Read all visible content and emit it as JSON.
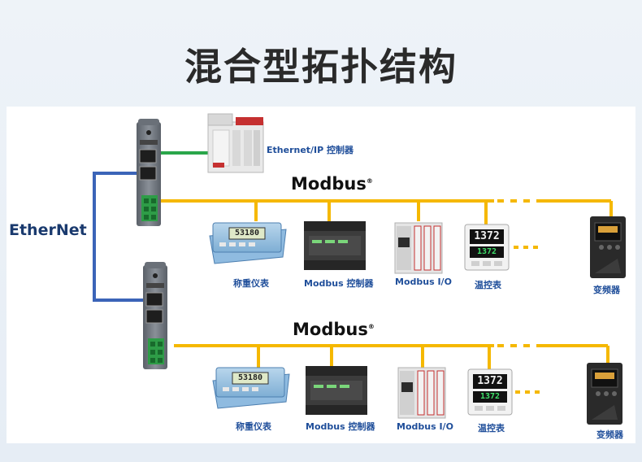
{
  "title": "混合型拓扑结构",
  "ethernet_label": "EtherNet",
  "plc_label": "Ethernet/IP 控制器",
  "bus": {
    "name": "Modbus",
    "mark": "®"
  },
  "devices": [
    {
      "id": "scale",
      "label": "称重仪表",
      "display": "53180"
    },
    {
      "id": "controller",
      "label": "Modbus 控制器"
    },
    {
      "id": "io",
      "label": "Modbus I/O"
    },
    {
      "id": "thermostat",
      "label": "温控表",
      "display_top": "1372",
      "display_bottom": "1372"
    },
    {
      "id": "inverter",
      "label": "变频器"
    }
  ],
  "colors": {
    "modbus_line": "#f5b800",
    "ethernet_line": "#3b64b8",
    "ethernet_ip_line": "#2aa64a",
    "label_text": "#1f4e9a"
  }
}
